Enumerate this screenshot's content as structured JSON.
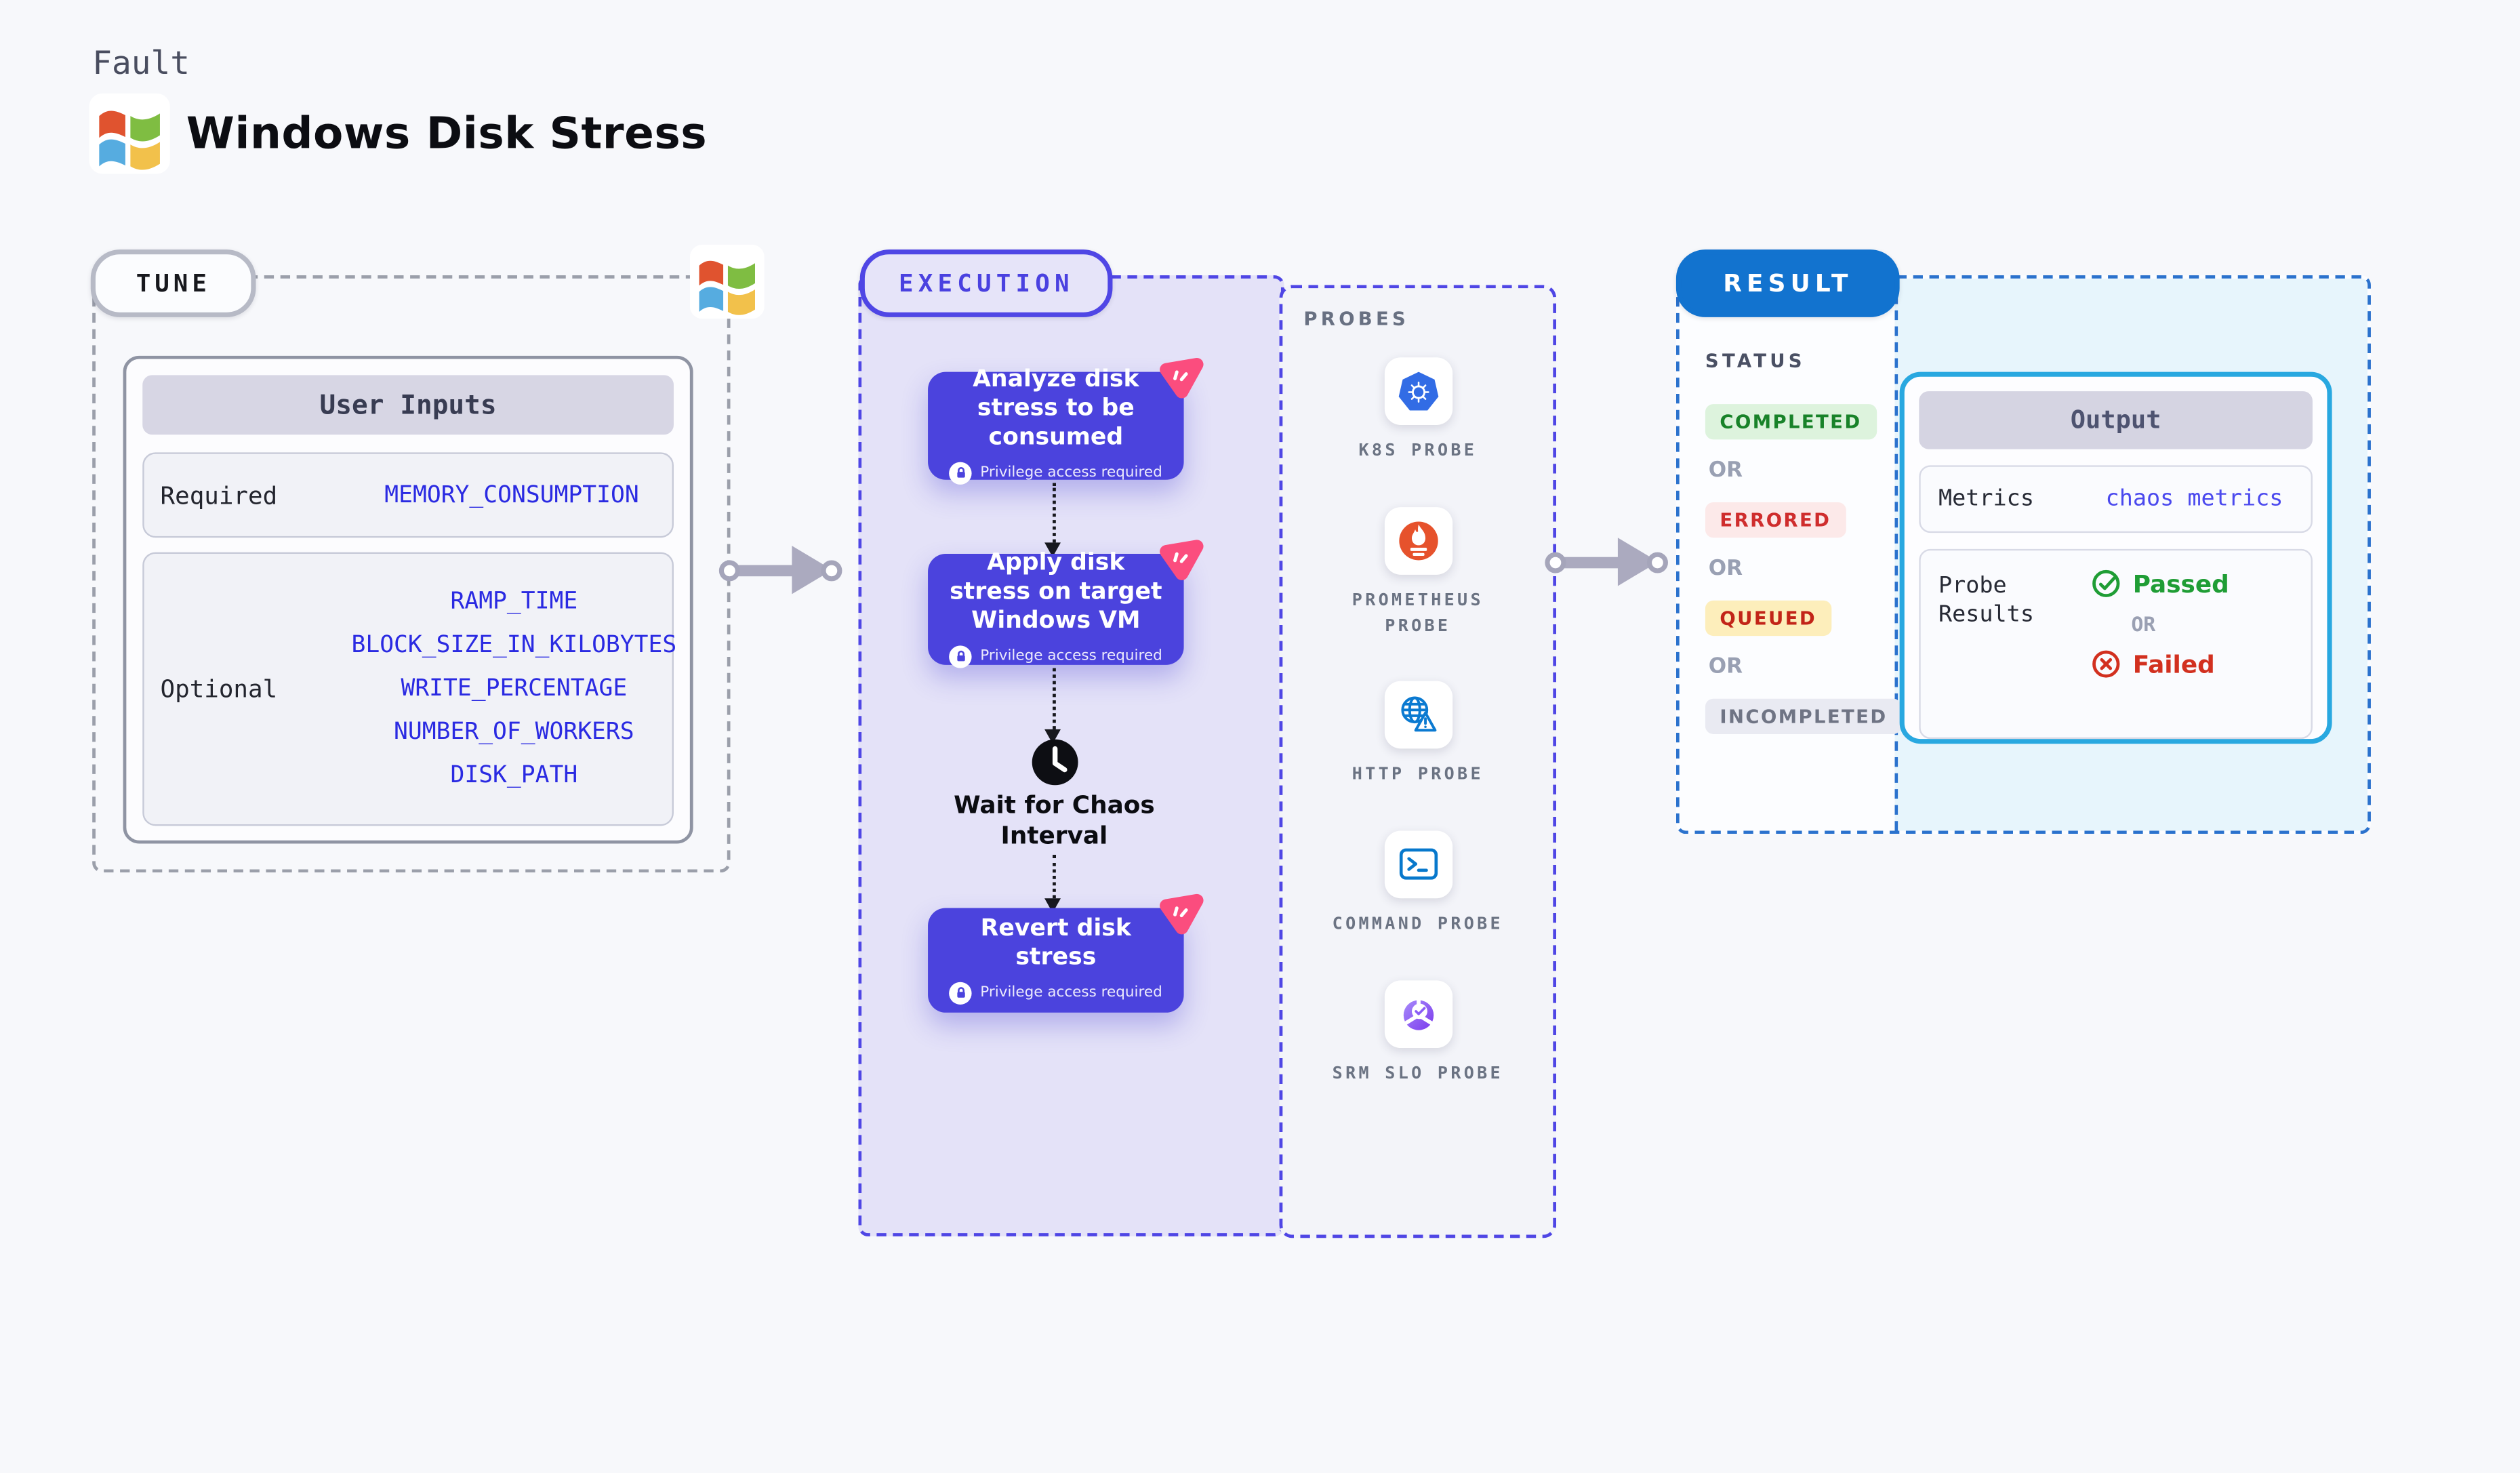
{
  "header": {
    "kicker": "Fault",
    "title": "Windows Disk Stress"
  },
  "tune": {
    "pill": "TUNE",
    "table": {
      "title": "User Inputs",
      "required_label": "Required",
      "required_params": [
        "MEMORY_CONSUMPTION"
      ],
      "optional_label": "Optional",
      "optional_params": [
        "RAMP_TIME",
        "BLOCK_SIZE_IN_KILOBYTES",
        "WRITE_PERCENTAGE",
        "NUMBER_OF_WORKERS",
        "DISK_PATH"
      ]
    }
  },
  "execution": {
    "pill": "EXECUTION",
    "steps": [
      {
        "title": "Analyze disk stress to be consumed",
        "badge": "Privilege access required"
      },
      {
        "title": "Apply disk stress on target Windows VM",
        "badge": "Privilege access required"
      },
      {
        "title": "Revert disk stress",
        "badge": "Privilege access required"
      }
    ],
    "wait_label": "Wait for Chaos Interval"
  },
  "probes": {
    "title": "PROBES",
    "items": [
      {
        "label": "K8S PROBE",
        "icon": "kubernetes-icon"
      },
      {
        "label": "PROMETHEUS PROBE",
        "icon": "prometheus-icon"
      },
      {
        "label": "HTTP PROBE",
        "icon": "http-globe-warning-icon"
      },
      {
        "label": "COMMAND PROBE",
        "icon": "terminal-icon"
      },
      {
        "label": "SRM SLO PROBE",
        "icon": "slo-donut-check-icon"
      }
    ]
  },
  "result": {
    "pill": "RESULT",
    "status_title": "STATUS",
    "or_label": "OR",
    "statuses": [
      {
        "text": "COMPLETED",
        "style": "success"
      },
      {
        "text": "ERRORED",
        "style": "error"
      },
      {
        "text": "QUEUED",
        "style": "warning"
      },
      {
        "text": "INCOMPLETED",
        "style": "muted"
      }
    ],
    "output": {
      "title": "Output",
      "metrics_label": "Metrics",
      "metrics_value": "chaos metrics",
      "probe_results_label": "Probe Results",
      "passed_label": "Passed",
      "failed_label": "Failed"
    }
  },
  "colors": {
    "accent_indigo": "#4B43DD",
    "execution_border": "#4F46E5",
    "result_blue": "#1273CF",
    "output_border": "#29A8E0",
    "param_blue": "#2A2AE2",
    "success_green": "#1F9D35",
    "error_red": "#D2301F",
    "chaos_pink": "#FB4D7E",
    "kubernetes_blue": "#326CE5",
    "prometheus_orange": "#E6522C"
  }
}
